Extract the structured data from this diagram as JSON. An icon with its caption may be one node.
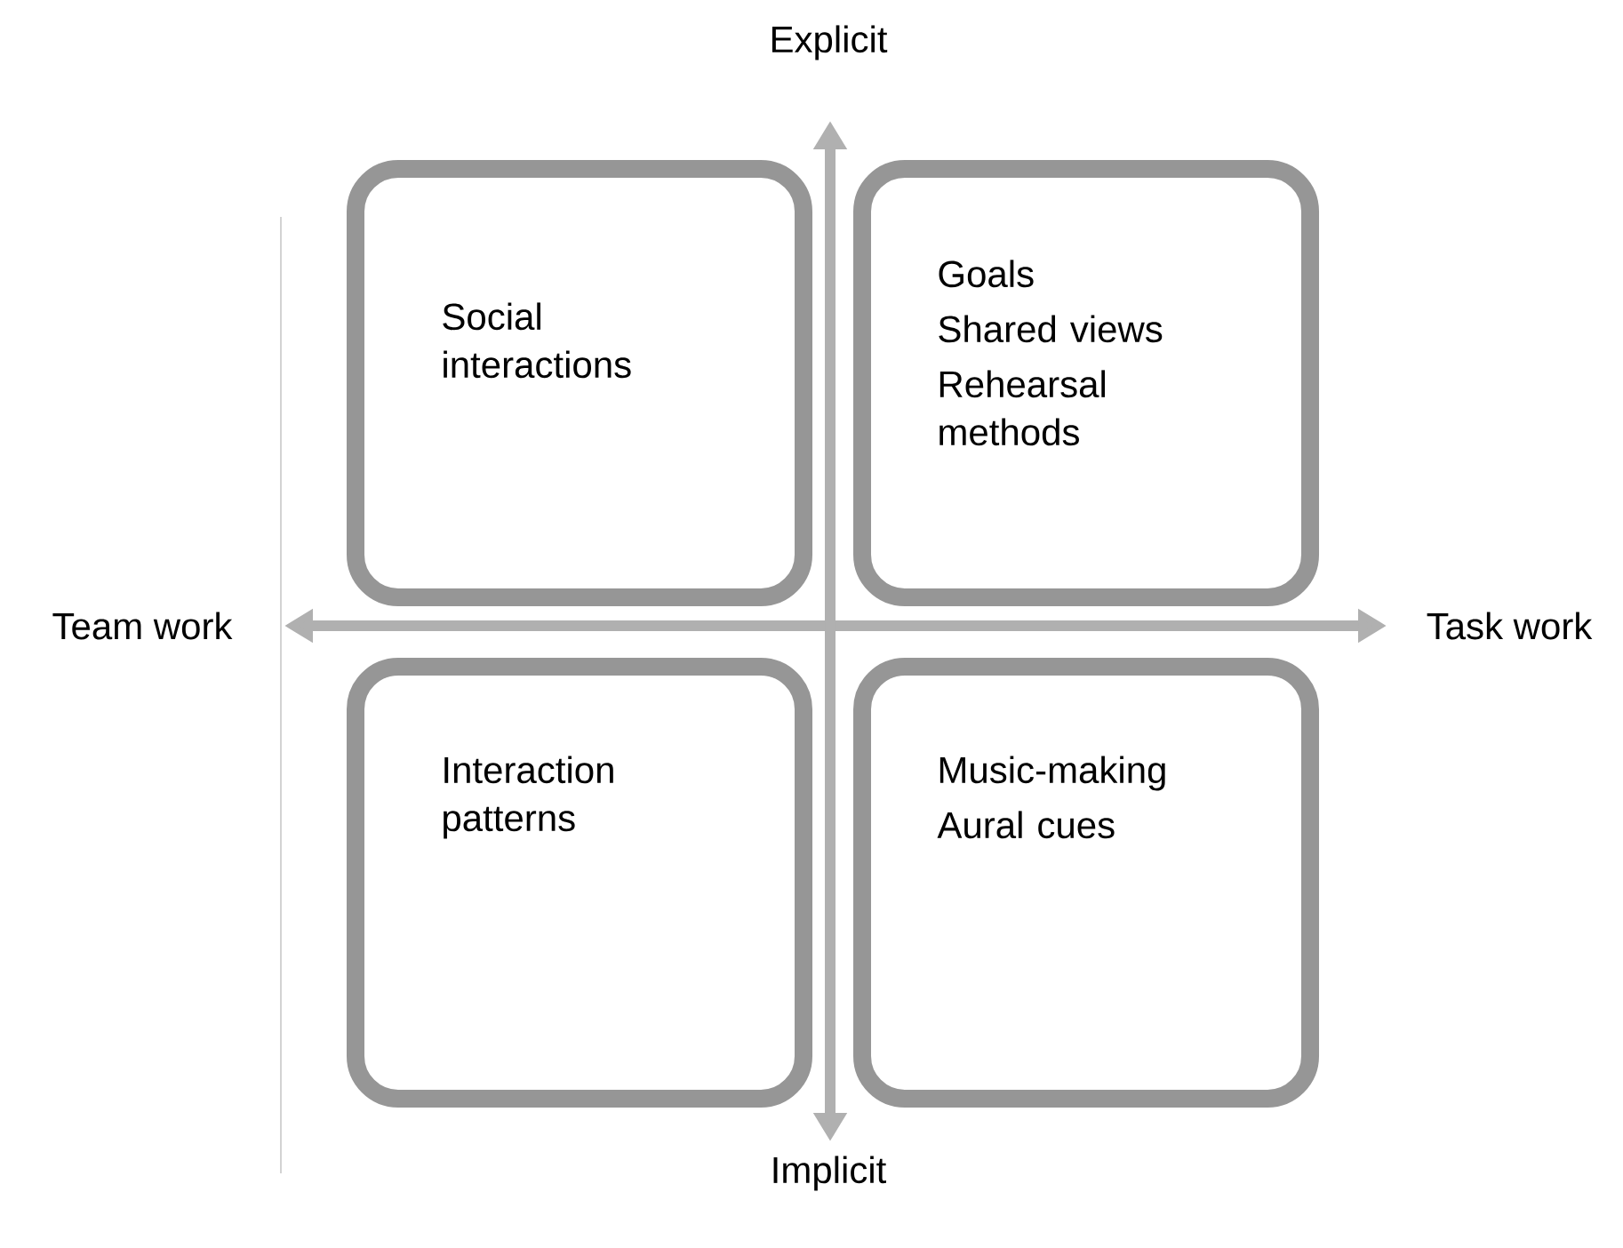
{
  "diagram": {
    "nodes": [
      {
        "text": [
          "Social interactions"
        ]
      },
      {
        "text": [
          "Goals",
          "Shared views",
          "Rehearsal methods"
        ]
      },
      {
        "text": [
          "Interaction patterns"
        ]
      },
      {
        "text": [
          "Music-making",
          "Aural cues"
        ]
      }
    ],
    "labels": [
      "Explicit",
      "Team work",
      "Task work",
      "Implicit"
    ]
  }
}
